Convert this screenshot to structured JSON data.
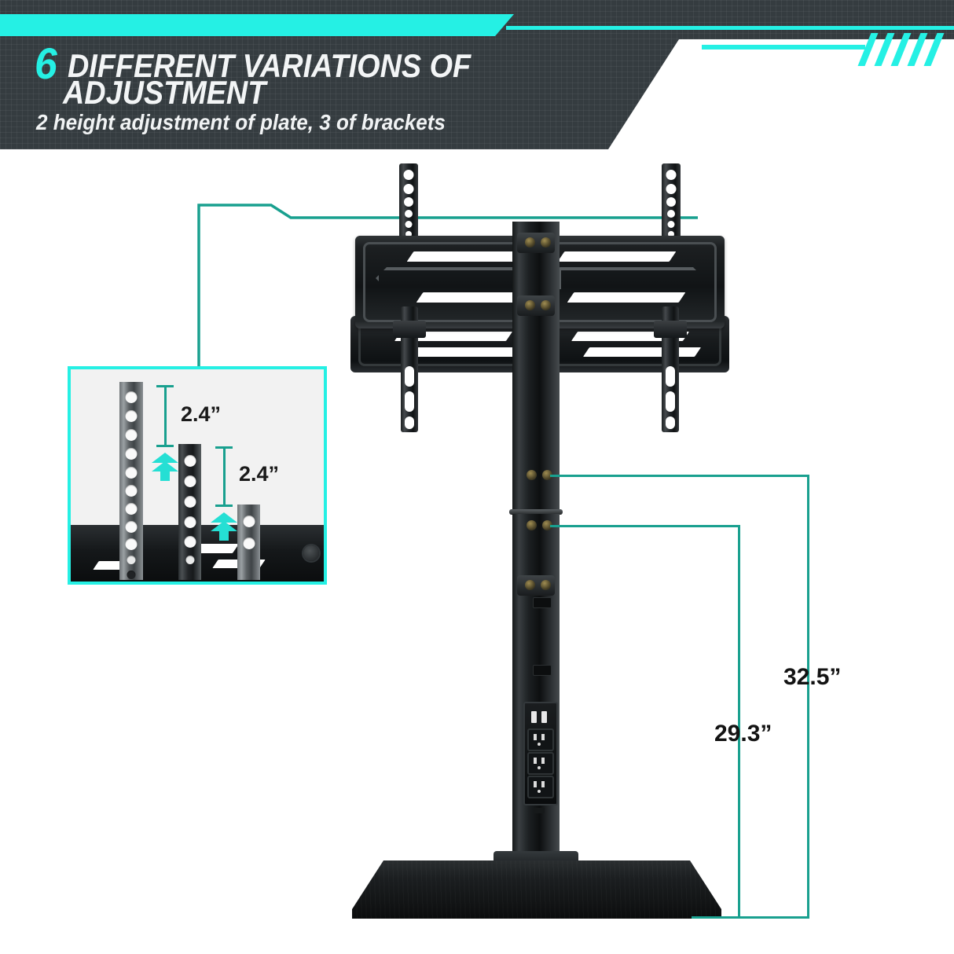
{
  "header": {
    "number": "6",
    "title_line1": "DIFFERENT VARIATIONS OF",
    "title_line2": "ADJUSTMENT",
    "subtitle": "2 height adjustment of plate, 3 of brackets",
    "accent_color": "#25f0e4",
    "background_color": "#353c40",
    "title_color": "#f3f5f6",
    "stripe_count": 5
  },
  "inset": {
    "border_color": "#25f0e4",
    "background_color": "#f2f2f2",
    "measurements": [
      {
        "label": "2.4”",
        "between": "rail-1-to-rail-2"
      },
      {
        "label": "2.4”",
        "between": "rail-2-to-rail-3"
      }
    ],
    "arrow_color": "#25dfd4",
    "rails": [
      {
        "name": "bracket-rail-tall",
        "holes": 11
      },
      {
        "name": "bracket-rail-medium",
        "holes": 6
      },
      {
        "name": "bracket-rail-short",
        "holes": 2
      }
    ]
  },
  "dimensions": {
    "line_color": "#19a08f",
    "text_color": "#131313",
    "items": [
      {
        "name": "height-position-low",
        "label": "29.3”"
      },
      {
        "name": "height-position-high",
        "label": "32.5”"
      }
    ]
  },
  "product": {
    "name": "floor-tv-stand",
    "parts": [
      "tv-mount-plate",
      "vertical-bracket-rails",
      "center-pole",
      "power-outlet-panel",
      "wood-base"
    ],
    "outlets": {
      "usb_ports": 2,
      "ac_sockets": 3
    }
  }
}
